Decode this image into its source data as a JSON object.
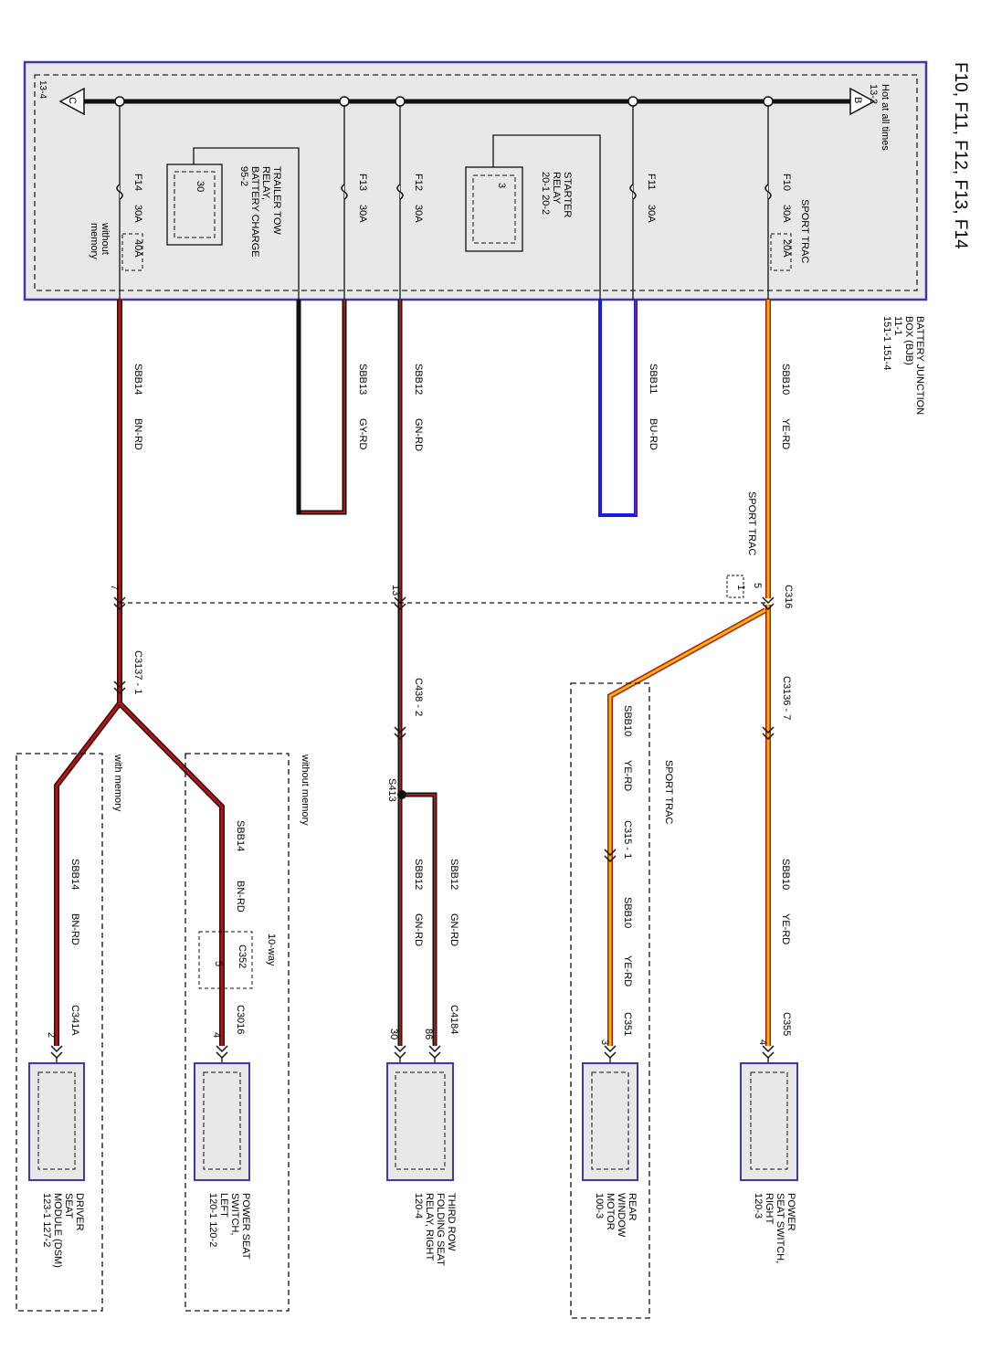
{
  "page_title": "F10, F11, F12, F13, F14",
  "bjb": {
    "name_line1": "BATTERY JUNCTION",
    "name_line2": "BOX (BJB)",
    "ref_line1": "11-1",
    "ref_line2": "151-1    151-4",
    "hot_label_line1": "Hot at all times",
    "hot_label_line2": "13-2",
    "conn_b": "B",
    "conn_c": "C",
    "ref_13_4": "13-4",
    "sport_trac_label": "SPORT TRAC",
    "f10": {
      "name": "F10",
      "rating": "30A",
      "alt_rating": "20A"
    },
    "f11": {
      "name": "F11",
      "rating": "30A"
    },
    "f12": {
      "name": "F12",
      "rating": "30A"
    },
    "f13": {
      "name": "F13",
      "rating": "30A"
    },
    "f14": {
      "name": "F14",
      "rating": "30A",
      "alt_rating": "40A",
      "note_line1": "without",
      "note_line2": "memory"
    },
    "starter_relay": {
      "line1": "STARTER",
      "line2": "RELAY",
      "line3": "20-1    20-2",
      "pin": "3"
    },
    "trailer_relay": {
      "line1": "TRAILER TOW",
      "line2": "RELAY,",
      "line3": "BATTERY CHARGE",
      "line4": "95-2",
      "pin": "30"
    }
  },
  "wires": {
    "sbb10": {
      "circuit": "SBB10",
      "color": "YE-RD"
    },
    "sbb11": {
      "circuit": "SBB11",
      "color": "BU-RD"
    },
    "sbb12": {
      "circuit": "SBB12",
      "color": "GN-RD"
    },
    "sbb13": {
      "circuit": "SBB13",
      "color": "GY-RD"
    },
    "sbb14": {
      "circuit": "SBB14",
      "color": "BN-RD"
    }
  },
  "connectors": {
    "c316": {
      "name": "C316",
      "note": "SPORT TRAC",
      "pin5": "5",
      "pin1": "1",
      "pin13": "13",
      "pin7": "7"
    },
    "c3136": "C3136 - 7",
    "c438": "C438 - 2",
    "c3137": "C3137 - 1",
    "c315": "C315 - 1",
    "s413": "S413",
    "c355": {
      "name": "C355",
      "pin": "4"
    },
    "c351": {
      "name": "C351",
      "pin": "3"
    },
    "c4184": {
      "name": "C4184",
      "pin86": "86",
      "pin30": "30"
    },
    "c3016": {
      "name": "C3016",
      "pin": "4"
    },
    "c352": {
      "note": "10-way",
      "name": "C352",
      "pin": "5"
    },
    "c341a": {
      "name": "C341A",
      "pin": "2"
    }
  },
  "groups": {
    "sport_trac": "SPORT TRAC",
    "without_memory": "without memory",
    "with_memory": "with memory"
  },
  "components": {
    "power_seat_switch_right": {
      "line1": "POWER",
      "line2": "SEAT SWITCH,",
      "line3": "RIGHT",
      "line4": "120-3"
    },
    "rear_window_motor": {
      "line1": "REAR",
      "line2": "WINDOW",
      "line3": "MOTOR",
      "line4": "100-3"
    },
    "third_row_relay": {
      "line1": "THIRD ROW",
      "line2": "FOLDING SEAT",
      "line3": "RELAY, RIGHT",
      "line4": "120-4"
    },
    "power_seat_switch_left": {
      "line1": "POWER SEAT",
      "line2": "SWITCH,",
      "line3": "LEFT",
      "line4": "120-1    120-2"
    },
    "driver_seat_module": {
      "line1": "DRIVER",
      "line2": "SEAT",
      "line3": "MODULE (DSM)",
      "line4": "123-1    127-2"
    }
  },
  "colors": {
    "border_blue": "#3a3aa8",
    "yellow": "#f5b400",
    "red": "#b01818",
    "blue": "#1a1ae0",
    "black": "#111111",
    "box_fill": "#e8e8e8"
  }
}
